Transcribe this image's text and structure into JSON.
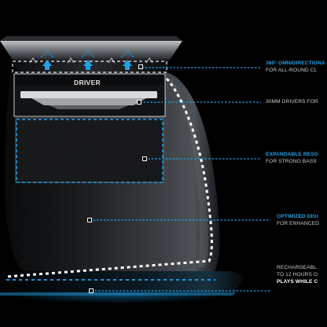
{
  "diagram": {
    "driver_label": "DRIVER",
    "callouts": [
      {
        "id": "omnidirectional",
        "lines": [
          {
            "text": "360° OMNIDIRECTIONA",
            "style": "hl"
          },
          {
            "text": "FOR ALL-ROUND CL",
            "style": "wh"
          }
        ]
      },
      {
        "id": "drivers",
        "lines": [
          {
            "text": "30MM DRIVERS FOR",
            "style": "wh"
          }
        ]
      },
      {
        "id": "resonance",
        "lines": [
          {
            "text": "EXPANDABLE RESO",
            "style": "hl"
          },
          {
            "text": "FOR STRONG BASS",
            "style": "wh"
          }
        ]
      },
      {
        "id": "digital",
        "lines": [
          {
            "text": "OPTIMIZED DIGI",
            "style": "hl"
          },
          {
            "text": "FOR ENHANCED",
            "style": "wh"
          }
        ]
      },
      {
        "id": "battery",
        "lines": [
          {
            "text": "RECHARGEABL",
            "style": "wh"
          },
          {
            "text": "TO 12 HOURS O",
            "style": "wh"
          },
          {
            "text": "PLAYS WHILE C",
            "style": "bw"
          }
        ]
      }
    ],
    "colors": {
      "accent": "#1fa2e8",
      "background": "#000000",
      "body_dark": "#1b1d1f",
      "body_mid": "#3a3d40",
      "label_white": "#ffffff"
    }
  }
}
